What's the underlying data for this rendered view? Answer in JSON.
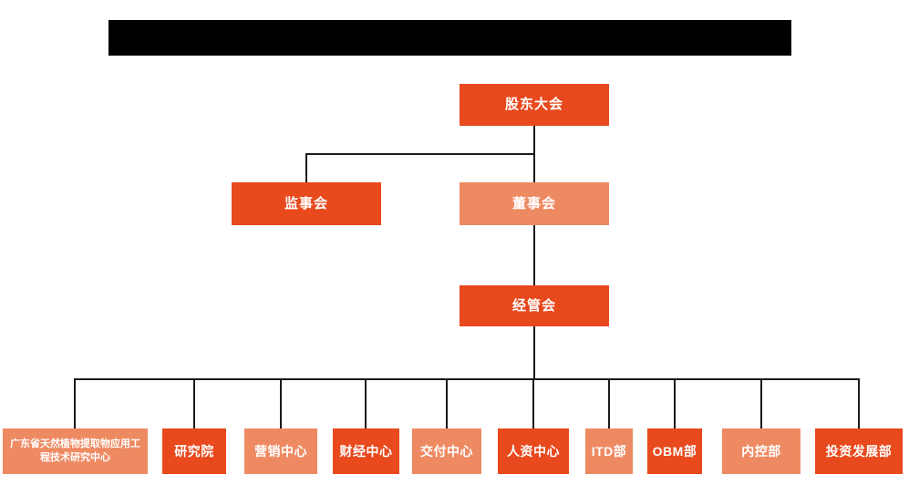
{
  "colors": {
    "primary_orange": "#E8491D",
    "light_orange": "#EE8A62",
    "connector_line": "#1A1A1A",
    "banner_black": "#000000",
    "background": "#FFFFFF",
    "node_text": "#FFFFFF"
  },
  "org_chart": {
    "level1": {
      "label": "股东大会"
    },
    "level2": [
      {
        "label": "监事会"
      },
      {
        "label": "董事会"
      }
    ],
    "level3": {
      "label": "经管会"
    },
    "level4": [
      {
        "label": "广东省天然植物提取物应用工程技术研究中心"
      },
      {
        "label": "研究院"
      },
      {
        "label": "营销中心"
      },
      {
        "label": "财经中心"
      },
      {
        "label": "交付中心"
      },
      {
        "label": "人资中心"
      },
      {
        "label": "ITD部"
      },
      {
        "label": "OBM部"
      },
      {
        "label": "内控部"
      },
      {
        "label": "投资发展部"
      }
    ]
  }
}
